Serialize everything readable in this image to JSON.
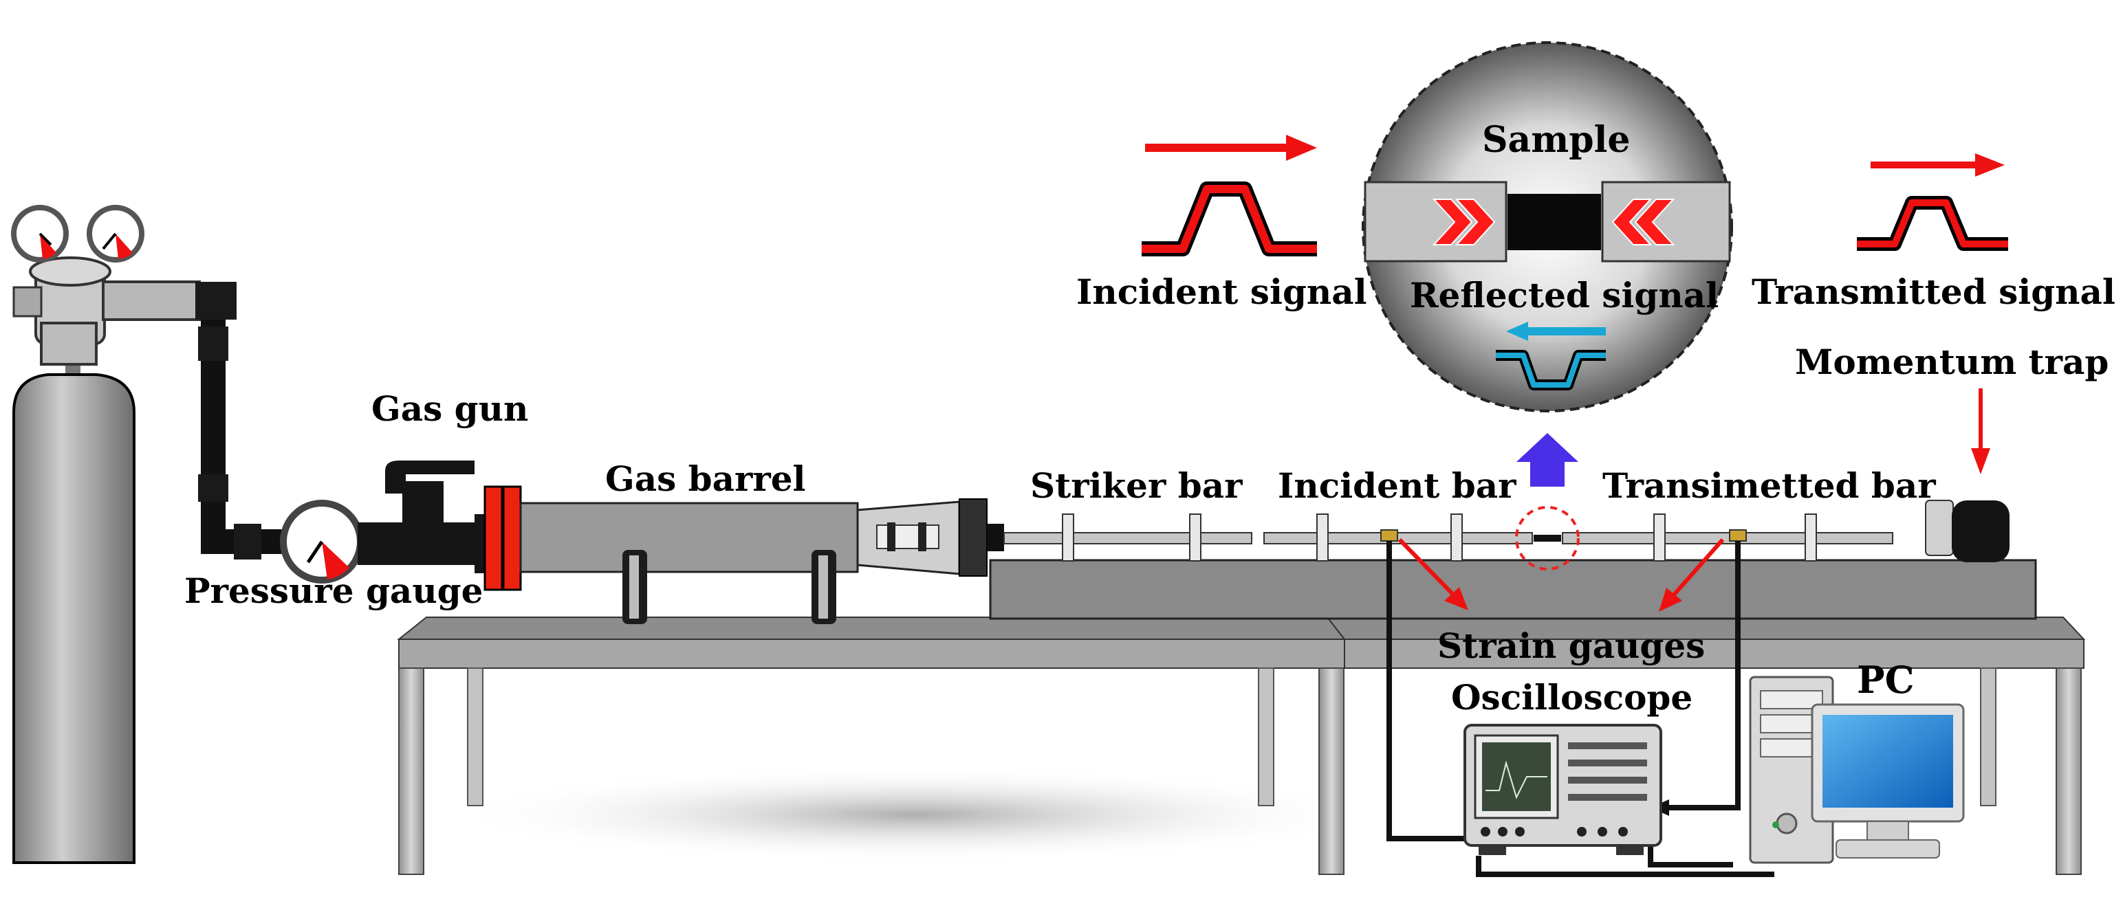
{
  "labels": {
    "sample": "Sample",
    "incident_signal": "Incident signal",
    "reflected_signal": "Reflected signal",
    "transmitted_signal": "Transmitted signal",
    "momentum_trap": "Momentum trap",
    "gas_gun": "Gas gun",
    "gas_barrel": "Gas barrel",
    "striker_bar": "Striker bar",
    "incident_bar": "Incident bar",
    "transmitted_bar": "Transimetted bar",
    "pressure_gauge": "Pressure gauge",
    "strain_gauges": "Strain gauges",
    "oscilloscope": "Oscilloscope",
    "pc": "PC"
  },
  "colors": {
    "signal_red": "#ee1111",
    "reflected_cyan": "#1aa7d6",
    "pressure_arrow": "#4a2ee8",
    "bar_gray": "#bdbdbd",
    "table_gray": "#9e9e9e"
  }
}
